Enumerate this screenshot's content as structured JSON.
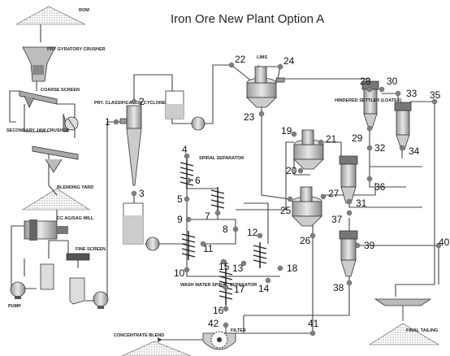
{
  "title": "Iron Ore New Plant Option A",
  "equipment_labels": {
    "rom": "ROM",
    "pry_gyratory_crusher": "PRY GYRATORY CRUSHER",
    "coarse_screen": "COARSE SCREEN",
    "secondary_jaw_crusher": "SECONDARY JAW CRUSHER",
    "blending_yard": "BLENDING YARD",
    "cc_ag_sag_mill": "CC AG/SAG MILL",
    "fine_screen": "FINE SCREEN",
    "pump": "PUMP",
    "pry_classification_cyclone": "PRY. CLASSIFICATION CYCLONE",
    "spiral_separator": "SPIRAL SEPARATOR",
    "lims": "LIMS",
    "hindered_settler": "HINDERED SETTLER (LOATEX)",
    "wash_water_spiral_separator": "WASH WATER SPIRAL SEPARATOR",
    "filter": "FILTER",
    "concentrate_blend": "CONCENTRATE BLEND",
    "final_tailing": "FINAL TAILING"
  },
  "stream_numbers": [
    "1",
    "2",
    "3",
    "4",
    "5",
    "6",
    "7",
    "8",
    "9",
    "10",
    "11",
    "12",
    "13",
    "14",
    "15",
    "16",
    "17",
    "18",
    "19",
    "20",
    "21",
    "22",
    "23",
    "24",
    "25",
    "26",
    "27",
    "28",
    "29",
    "30",
    "31",
    "32",
    "33",
    "34",
    "35",
    "36",
    "37",
    "38",
    "39",
    "40",
    "41",
    "42"
  ],
  "colors": {
    "equipment_fill": "#c8c8c8",
    "equipment_dark": "#6a6a6a",
    "node": "#808080",
    "line": "#444444"
  }
}
